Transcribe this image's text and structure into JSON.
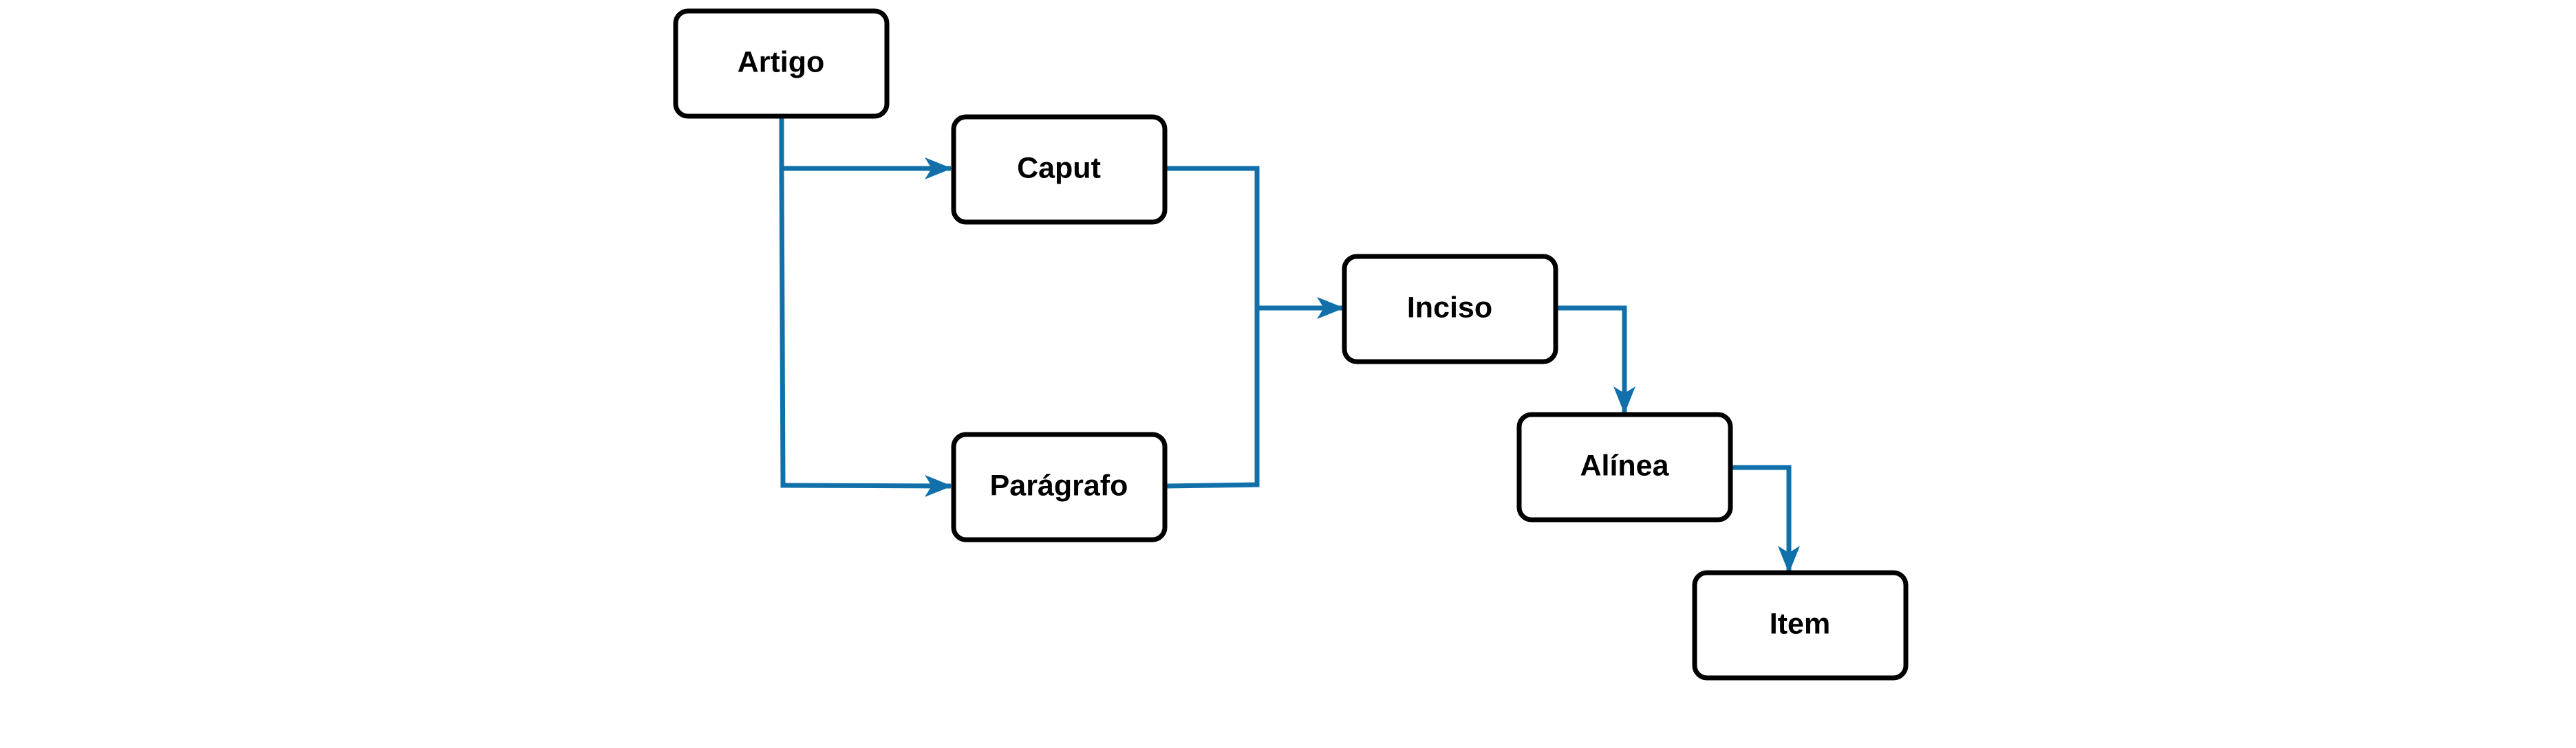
{
  "diagram": {
    "colors": {
      "edge": "#1170AA",
      "box_stroke": "#000000",
      "box_fill": "#FFFFFF",
      "text": "#000000",
      "background": "#FFFFFF"
    },
    "nodes": {
      "artigo": "Artigo",
      "caput": "Caput",
      "paragrafo": "Parágrafo",
      "inciso": "Inciso",
      "alinea": "Alínea",
      "item": "Item"
    },
    "edges": [
      {
        "from": "artigo",
        "to": "caput"
      },
      {
        "from": "artigo",
        "to": "paragrafo"
      },
      {
        "from": "caput",
        "to": "inciso"
      },
      {
        "from": "paragrafo",
        "to": "inciso"
      },
      {
        "from": "inciso",
        "to": "alinea"
      },
      {
        "from": "alinea",
        "to": "item"
      }
    ]
  }
}
